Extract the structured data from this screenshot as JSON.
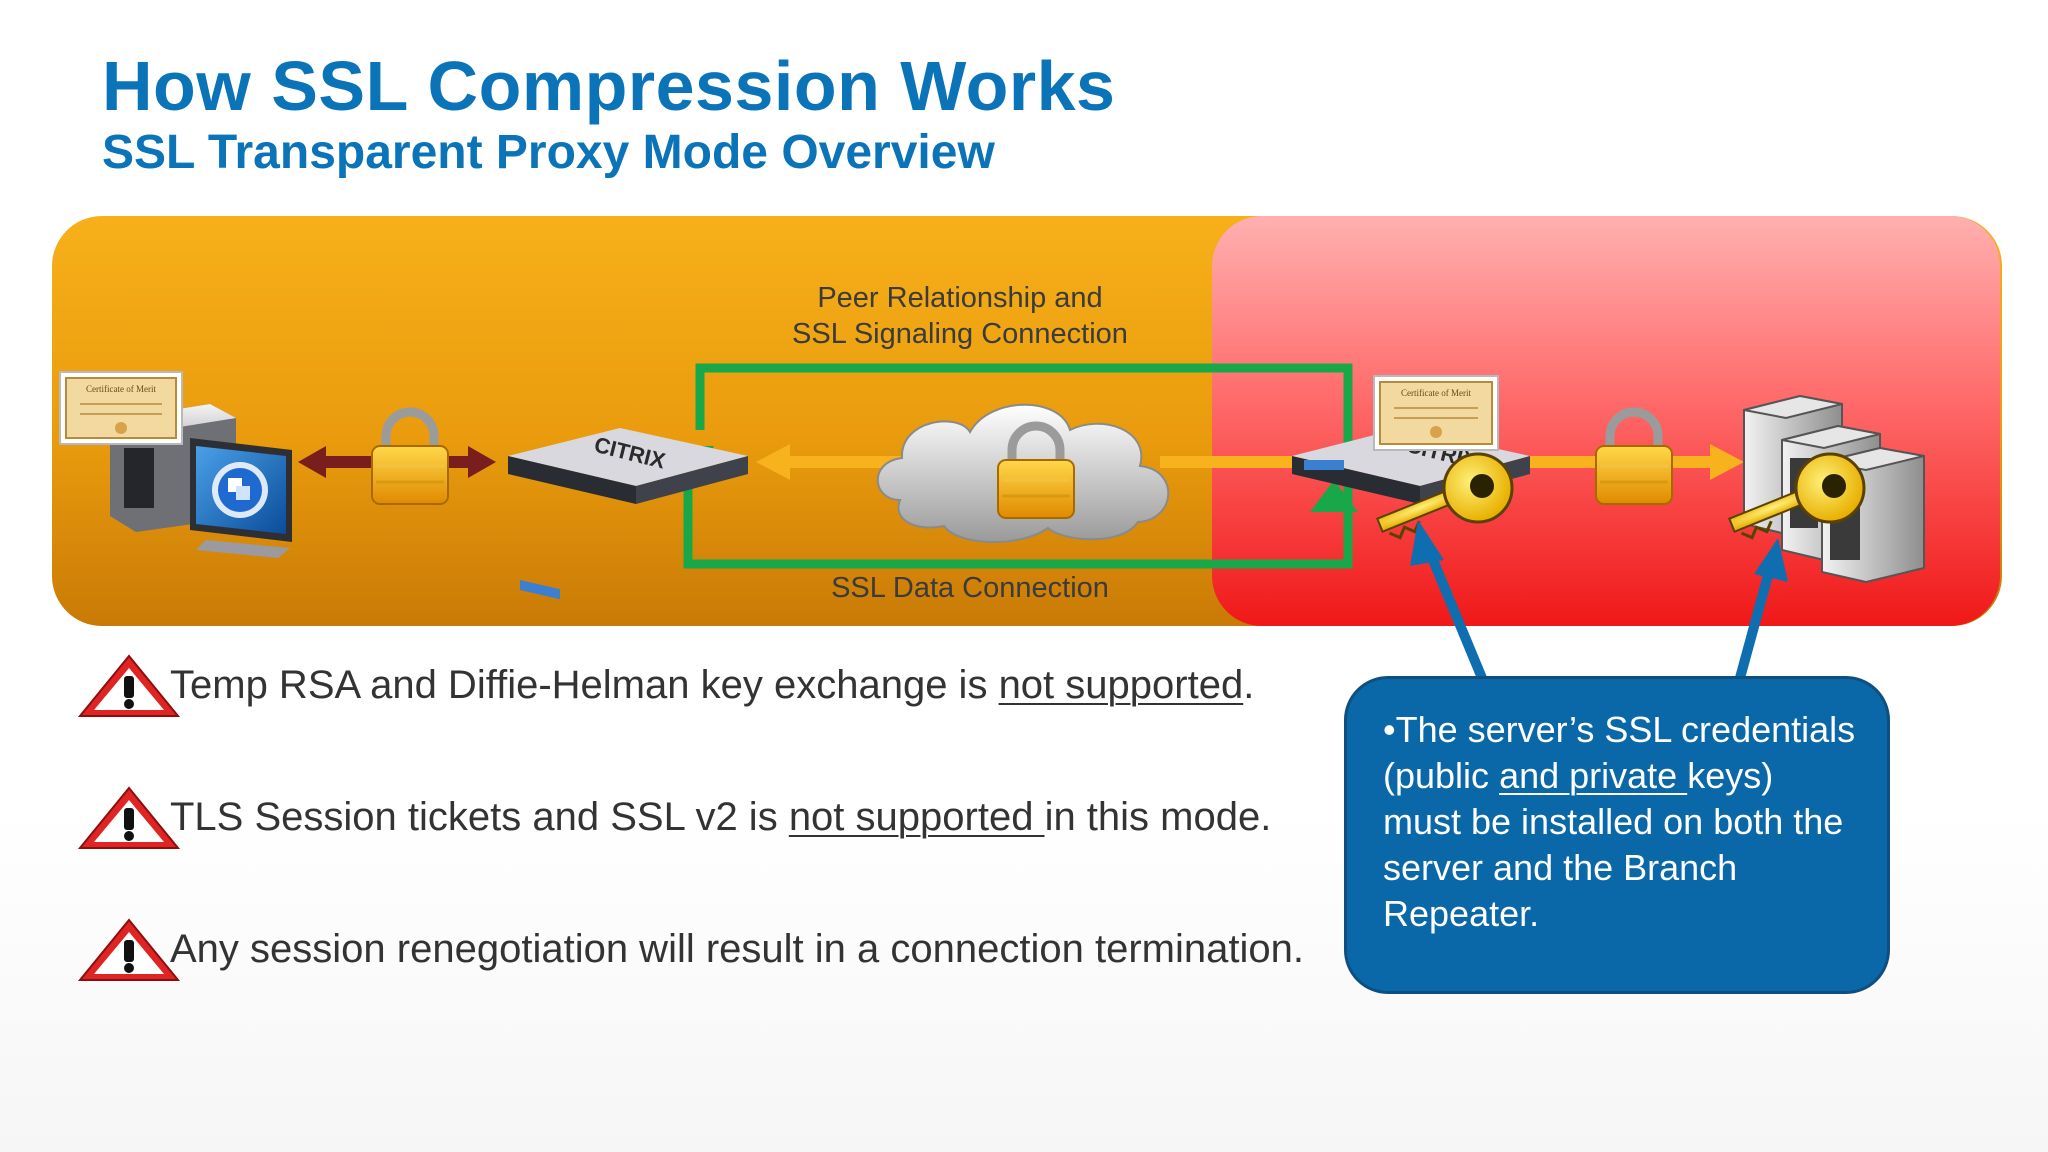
{
  "title": "How SSL Compression Works",
  "subtitle": "SSL Transparent Proxy Mode Overview",
  "diagram": {
    "peer_label_line1": "Peer Relationship and",
    "peer_label_line2": "SSL Signaling Connection",
    "data_label": "SSL Data Connection",
    "appliance_brand": "CITRIX",
    "certificate_title": "Certificate of Merit",
    "colors": {
      "client_zone": "#e89a0c",
      "server_zone": "#f43c3c",
      "green_path": "#18a84a",
      "blue_arrow": "#0e6eb0",
      "orange_arrow": "#f7b21e",
      "maroon_arrow": "#7a1d1d"
    }
  },
  "bullets": [
    {
      "icon": "warning-icon",
      "pre": "Temp RSA and Diffie-Helman key exchange is ",
      "underlined": "not supported",
      "post": "."
    },
    {
      "icon": "warning-icon",
      "pre": "TLS Session tickets and SSL v2 is ",
      "underlined": "not supported ",
      "post": "in this mode."
    },
    {
      "icon": "warning-icon",
      "pre": "Any session renegotiation will result in a connection termination.",
      "underlined": "",
      "post": ""
    }
  ],
  "callout": {
    "line1": "•The server’s SSL credentials",
    "line2_pre": "(public ",
    "line2_underlined": "and private ",
    "line2_post": "keys)",
    "line3": "must be installed on both the",
    "line4": "server and the Branch",
    "line5": "Repeater."
  }
}
